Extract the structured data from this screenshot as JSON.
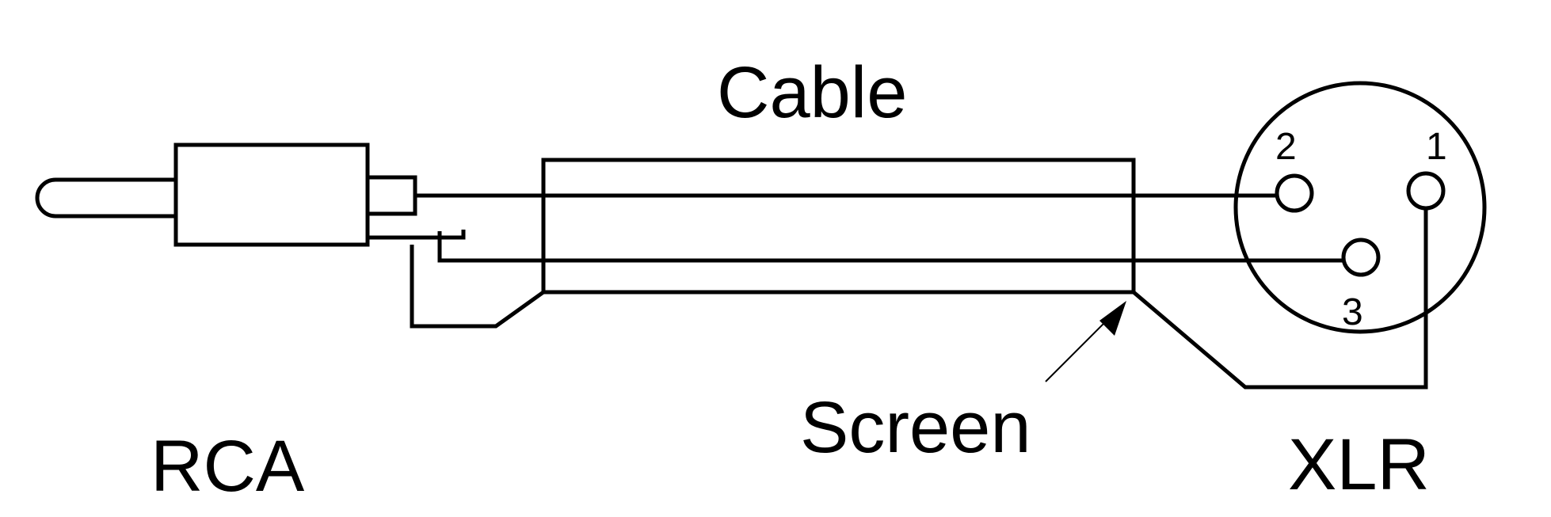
{
  "labels": {
    "cable": "Cable",
    "screen": "Screen",
    "rca": "RCA",
    "xlr": "XLR"
  },
  "xlr_pins": {
    "pin_1": "1",
    "pin_2": "2",
    "pin_3": "3"
  },
  "colors": {
    "line": "#000000",
    "background": "#ffffff"
  }
}
